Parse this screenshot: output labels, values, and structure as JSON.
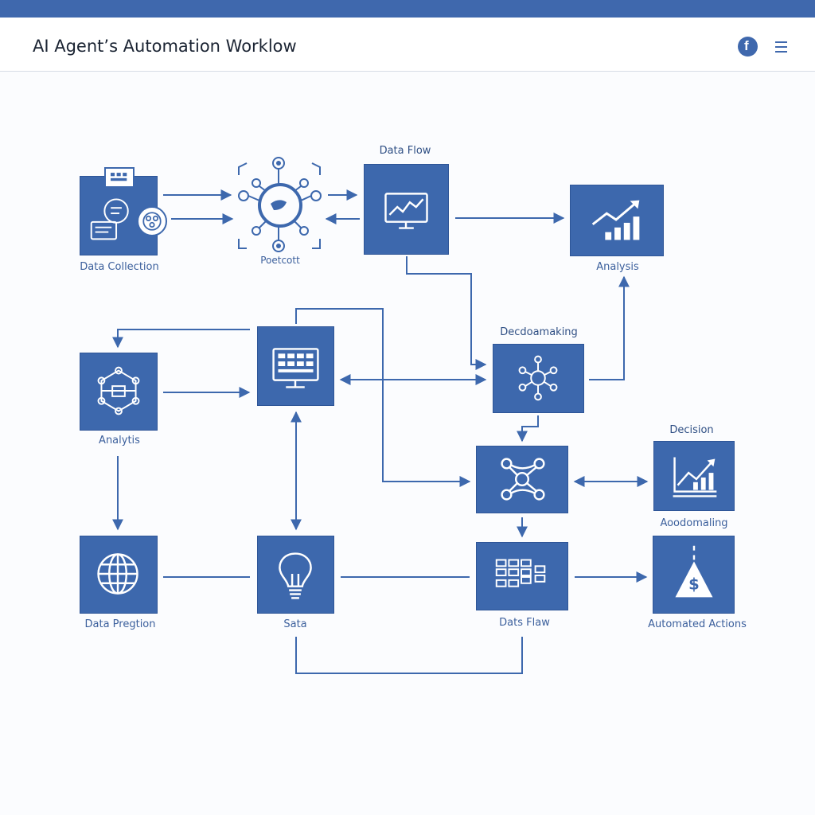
{
  "header": {
    "title": "AI Agent’s Automation Worklow"
  },
  "icons": {
    "facebook": "facebook-icon",
    "menu": "hamburger-menu-icon"
  },
  "nodes": {
    "data_collection": "Data Collection",
    "poetcott": "Poetcott",
    "data_flow_top": "Data Flow",
    "analysis_top": "Analysis",
    "decision_making": "Decdoamaking",
    "analysis_left": "Analytis",
    "decision": "Decision",
    "automating": "Aoodomaling",
    "data_pregtion": "Data Pregtion",
    "sata": "Sata",
    "data_flow_bottom": "Dats Flaw",
    "automated_actions": "Automated Actions"
  },
  "colors": {
    "primary": "#3d68ad",
    "header_bar": "#3f68ad",
    "line": "#3d68ad",
    "label": "#3b5f9c"
  }
}
